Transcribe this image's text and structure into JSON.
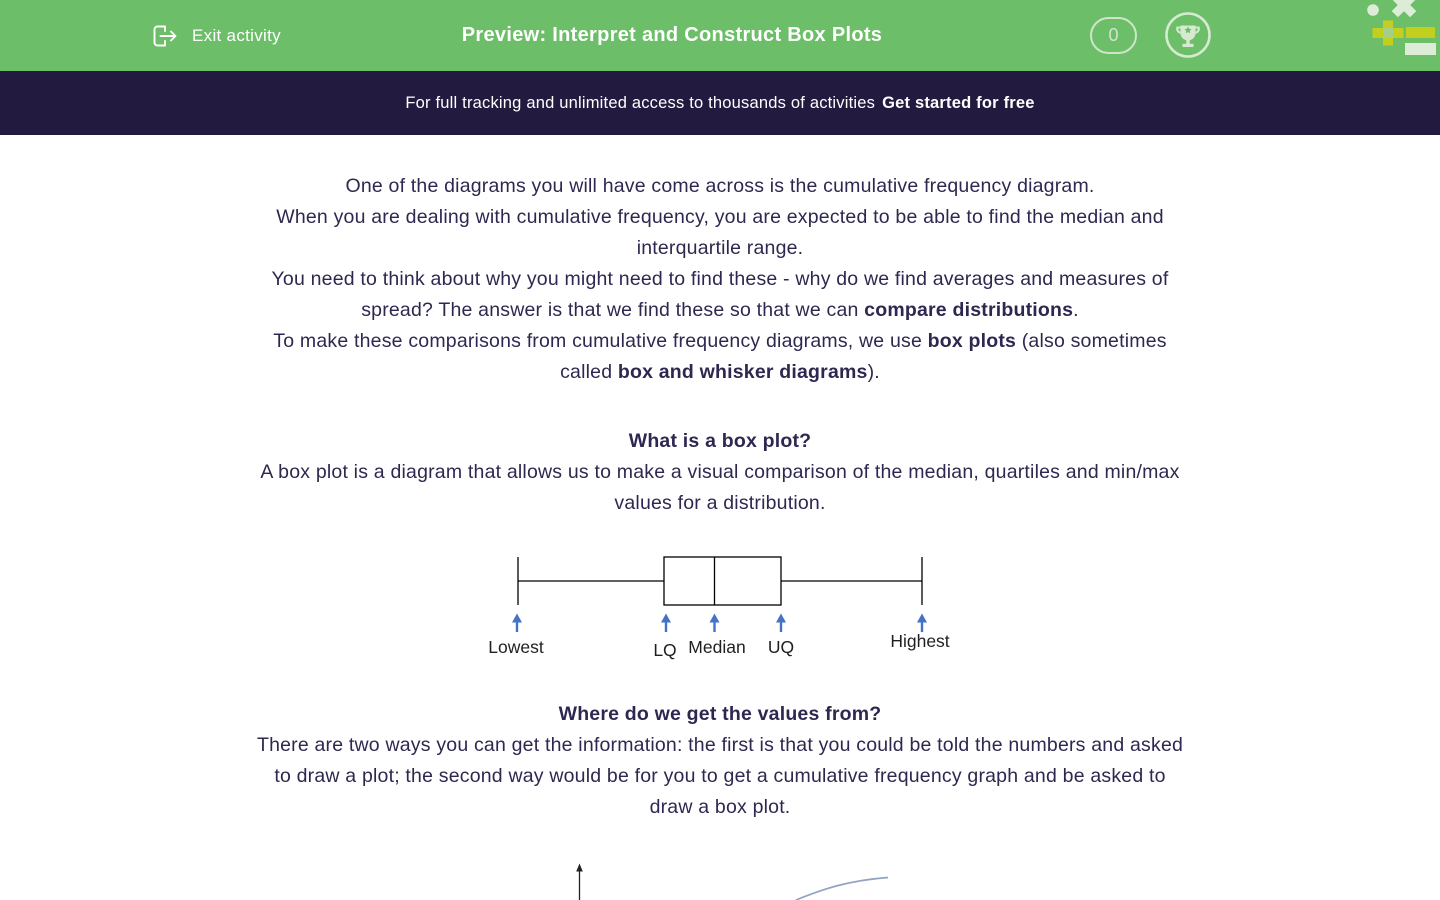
{
  "theme": {
    "header_green": "#6cbf68",
    "banner_navy": "#221b3f",
    "body_text_navy": "#2e2850",
    "white": "#ffffff",
    "diagram_arrow_blue": "#4472c4",
    "ogive_curve_blue": "#93a2c4",
    "logo_yellow": "#c3cf1e",
    "logo_pale_green": "#dcecd7"
  },
  "header": {
    "exit_label": "Exit activity",
    "title": "Preview: Interpret and Construct Box Plots",
    "score": "0",
    "icons": {
      "exit": "logout-arrow-icon",
      "trophy": "trophy-icon",
      "logo": "maths-symbols-logo"
    }
  },
  "banner": {
    "text": "For full tracking and unlimited access to thousands of activities",
    "cta": "Get started for free"
  },
  "content": {
    "intro_lines": [
      [
        {
          "t": "One of the diagrams you will have come across is the cumulative frequency diagram."
        }
      ],
      [
        {
          "t": "When you are dealing with cumulative frequency, you are expected to be able to find the median and"
        }
      ],
      [
        {
          "t": "interquartile range."
        }
      ],
      [
        {
          "t": "You need to think about why you might need to find these - why do we find averages and measures of"
        }
      ],
      [
        {
          "t": "spread? The answer is that we find these so that we can "
        },
        {
          "t": "compare distributions",
          "b": 1
        },
        {
          "t": "."
        }
      ],
      [
        {
          "t": "To make these comparisons from cumulative frequency diagrams, we use "
        },
        {
          "t": "box plots",
          "b": 1
        },
        {
          "t": " (also sometimes"
        }
      ],
      [
        {
          "t": "called "
        },
        {
          "t": "box and whisker diagrams",
          "b": 1
        },
        {
          "t": ")."
        }
      ]
    ],
    "what": {
      "heading": "What is a box plot?",
      "lines": [
        [
          {
            "t": "A box plot is a diagram that allows us to make a visual comparison of the median, quartiles and min/max"
          }
        ],
        [
          {
            "t": "values for a distribution."
          }
        ]
      ]
    },
    "values": {
      "heading": "Where do we get the values from?",
      "lines": [
        [
          {
            "t": "There are two ways you can get the information: the first is that you could be told the numbers and asked"
          }
        ],
        [
          {
            "t": "to draw a plot; the second way would be for you to get a cumulative frequency graph and be asked to"
          }
        ],
        [
          {
            "t": "draw a box plot."
          }
        ]
      ]
    }
  },
  "boxplot_diagram": {
    "labels": [
      "Lowest",
      "LQ",
      "Median",
      "UQ",
      "Highest"
    ]
  }
}
